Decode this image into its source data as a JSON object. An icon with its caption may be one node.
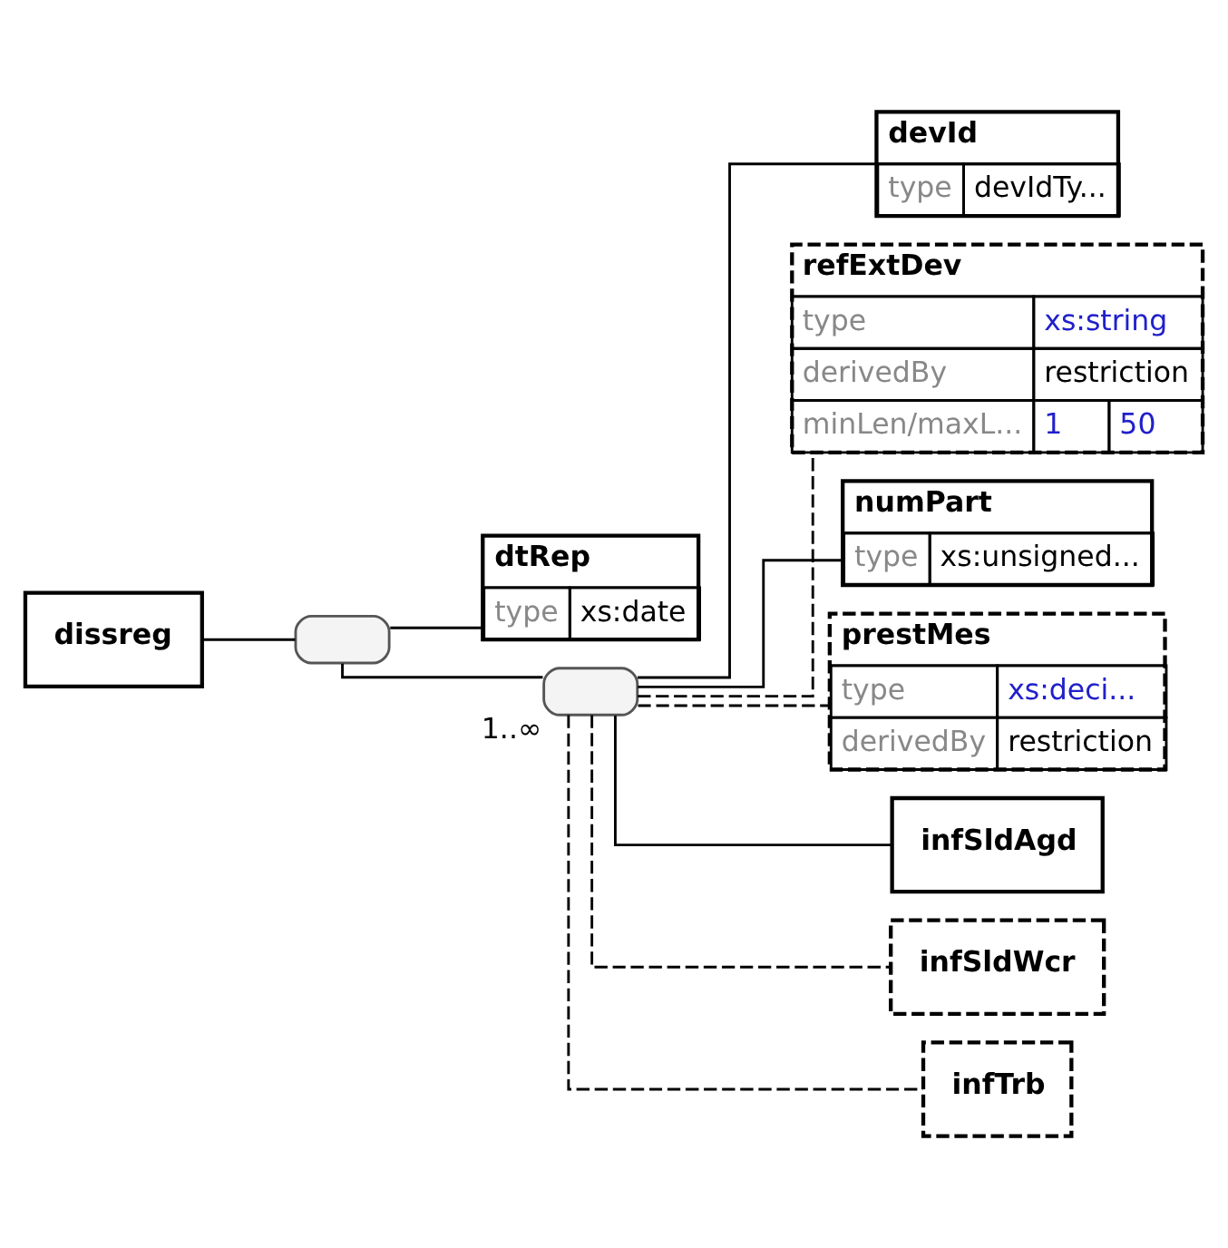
{
  "diagram": {
    "nodes": [
      {
        "text": [
          "dissreg"
        ]
      },
      {
        "text": [],
        "shape": "box"
      },
      {
        "text": [
          "dtRep",
          "type",
          "xs:date"
        ]
      },
      {
        "text": [],
        "shape": "box",
        "beside": [
          "1..∞"
        ]
      },
      {
        "text": [
          "devId",
          "type",
          "devIdTy..."
        ]
      },
      {
        "text": [
          "refExtDev",
          "type",
          "xs:string",
          "derivedBy",
          "restriction",
          "minLen/maxL...",
          "1",
          "50"
        ]
      },
      {
        "text": [
          "numPart",
          "type",
          "xs:unsigned..."
        ]
      },
      {
        "text": [
          "prestMes",
          "type",
          "xs:deci...",
          "derivedBy",
          "restriction"
        ]
      },
      {
        "text": [
          "infSldAgd"
        ]
      },
      {
        "text": [
          "infSldWcr"
        ]
      },
      {
        "text": [
          "infTrb"
        ]
      }
    ],
    "edges": [
      {
        "from": 0,
        "to": 1,
        "arrow": "none"
      },
      {
        "from": 1,
        "to": 2,
        "arrow": "none"
      },
      {
        "from": 1,
        "to": 3,
        "arrow": "none"
      },
      {
        "from": 3,
        "to": 4,
        "arrow": "none"
      },
      {
        "from": 3,
        "to": 5,
        "arrow": "none",
        "style": "dashed"
      },
      {
        "from": 3,
        "to": 6,
        "arrow": "none"
      },
      {
        "from": 3,
        "to": 7,
        "arrow": "none",
        "style": "dashed"
      },
      {
        "from": 3,
        "to": 8,
        "arrow": "none"
      },
      {
        "from": 3,
        "to": 9,
        "arrow": "none",
        "style": "dashed"
      },
      {
        "from": 3,
        "to": 10,
        "arrow": "none",
        "style": "dashed"
      }
    ]
  }
}
